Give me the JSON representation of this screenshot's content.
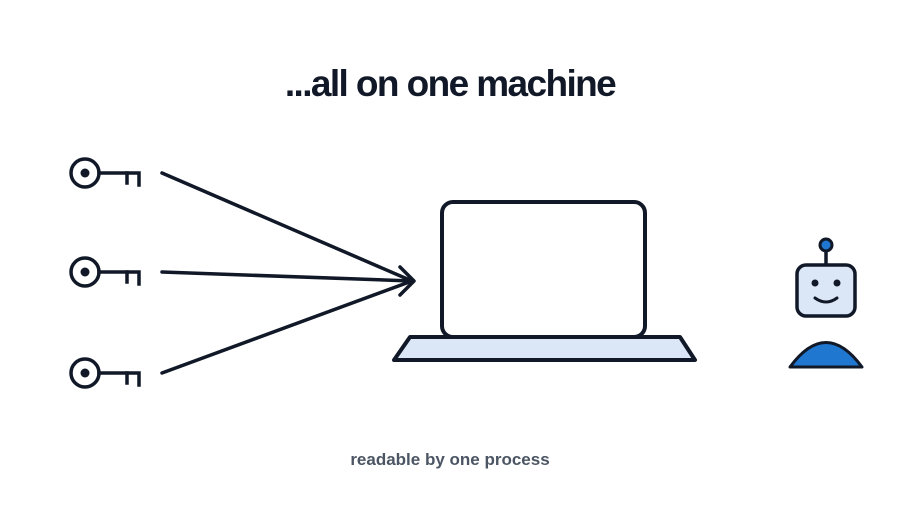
{
  "title": "...all on one machine",
  "caption": "readable by one process",
  "icons": {
    "key": "key-icon",
    "arrow": "arrow",
    "laptop": "laptop-icon",
    "robot": "robot-agent-icon"
  },
  "colors": {
    "ink": "#111827",
    "caption": "#4b5563",
    "laptop_base_fill": "#dbe7f7",
    "robot_head_fill": "#dbe7f7",
    "robot_accent": "#1f77d0"
  }
}
